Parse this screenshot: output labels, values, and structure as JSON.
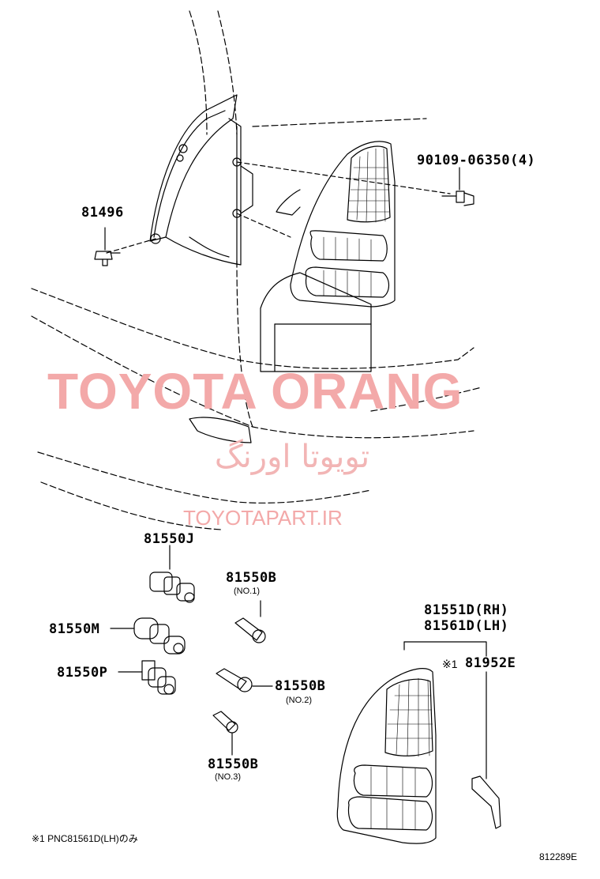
{
  "watermark": {
    "brand": "TOYOTA ORANG",
    "brand_persian": "تویوتا اورنگ",
    "site": "TOYOTAPART.IR",
    "color": "#f3a9a9"
  },
  "parts": {
    "screw": "90109-06350(4)",
    "clip": "81496",
    "bulb_socket_j": "81550J",
    "bulb_socket_m": "81550M",
    "bulb_socket_p": "81550P",
    "bulb_b1": "81550B",
    "bulb_b1_note": "(NO.1)",
    "bulb_b2": "81550B",
    "bulb_b2_note": "(NO.2)",
    "bulb_b3": "81550B",
    "bulb_b3_note": "(NO.3)",
    "lamp_rh": "81551D(RH)",
    "lamp_lh": "81561D(LH)",
    "gasket_mark": "※1",
    "gasket": "81952E"
  },
  "footer": {
    "note": "※1 PNC81561D(LH)のみ",
    "drawing_code": "812289E"
  }
}
